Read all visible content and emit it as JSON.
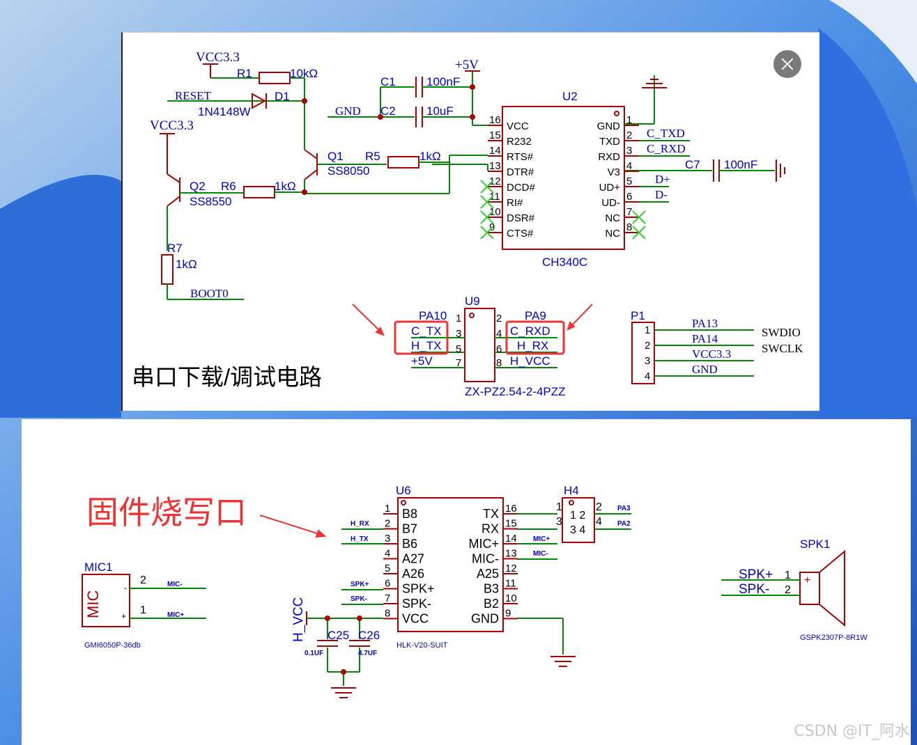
{
  "top": {
    "caption": "串口下载/调试电路",
    "vcc_top": "VCC3.3",
    "vcc_mid": "VCC3.3",
    "plus5v": "+5V",
    "r1": "R1",
    "r1_val": "10kΩ",
    "reset": "RESET",
    "d1": "D1",
    "d1_val": "1N4148W",
    "c1": "C1",
    "c1_val": "100nF",
    "gnd": "GND",
    "c2": "C2",
    "c2_val": "10uF",
    "q1": "Q1",
    "q1_val": "SS8050",
    "r5": "R5",
    "r5_val": "1kΩ",
    "q2": "Q2",
    "q2_val": "SS8550",
    "r6": "R6",
    "r6_val": "1kΩ",
    "r7": "R7",
    "r7_val": "1kΩ",
    "boot0": "BOOT0",
    "u2": "U2",
    "u2_part": "CH340C",
    "u2_left": [
      [
        "16",
        "VCC"
      ],
      [
        "15",
        "R232"
      ],
      [
        "14",
        "RTS#"
      ],
      [
        "13",
        "DTR#"
      ],
      [
        "12",
        "DCD#"
      ],
      [
        "11",
        "RI#"
      ],
      [
        "10",
        "DSR#"
      ],
      [
        "9",
        "CTS#"
      ]
    ],
    "u2_right": [
      [
        "1",
        "GND"
      ],
      [
        "2",
        "TXD"
      ],
      [
        "3",
        "RXD"
      ],
      [
        "4",
        "V3"
      ],
      [
        "5",
        "UD+"
      ],
      [
        "6",
        "UD-"
      ],
      [
        "7",
        "NC"
      ],
      [
        "8",
        "NC"
      ]
    ],
    "c_txd": "C_TXD",
    "c_rxd": "C_RXD",
    "c7": "C7",
    "c7_val": "100nF",
    "dplus": "D+",
    "dminus": "D-",
    "u9": "U9",
    "u9_part": "ZX-PZ2.54-2-4PZZ",
    "u9_left": [
      "PA10",
      "C_TX",
      "H_TX",
      "+5V"
    ],
    "u9_right": [
      "PA9",
      "C_RXD",
      "H_RX",
      "H_VCC"
    ],
    "u9_pins_left": [
      "1",
      "3",
      "5",
      "7"
    ],
    "u9_pins_right": [
      "2",
      "4",
      "6",
      "8"
    ],
    "p1": "P1",
    "p1_nets": [
      "PA13",
      "PA14",
      "VCC3.3",
      "GND"
    ],
    "p1_pins": [
      "1",
      "2",
      "3",
      "4"
    ],
    "swdio": "SWDIO",
    "swclk": "SWCLK"
  },
  "bottom": {
    "caption": "固件烧写口",
    "u6": "U6",
    "u6_part": "HLK-V20-SUIT",
    "u6_left": [
      [
        "1",
        "B8"
      ],
      [
        "2",
        "B7"
      ],
      [
        "3",
        "B6"
      ],
      [
        "4",
        "A27"
      ],
      [
        "5",
        "A26"
      ],
      [
        "6",
        "SPK+"
      ],
      [
        "7",
        "SPK-"
      ],
      [
        "8",
        "VCC"
      ]
    ],
    "u6_right": [
      [
        "16",
        "TX"
      ],
      [
        "15",
        "RX"
      ],
      [
        "14",
        "MIC+"
      ],
      [
        "13",
        "MIC-"
      ],
      [
        "12",
        "A25"
      ],
      [
        "11",
        "B3"
      ],
      [
        "10",
        "B2"
      ],
      [
        "9",
        "GND"
      ]
    ],
    "left_nets": [
      "H_RX",
      "H_TX",
      "SPK+",
      "SPK-"
    ],
    "right_nets": [
      "MIC+",
      "MIC-"
    ],
    "h4": "H4",
    "h4_nets": [
      "PA3",
      "PA2"
    ],
    "mic1": "MIC1",
    "mic_label": "MIC",
    "mic_part": "GMI6050P-36db",
    "mic_nets": [
      "MIC-",
      "MIC+"
    ],
    "h_vcc": "H_VCC",
    "c25": "C25",
    "c25_val": "0.1UF",
    "c26": "C26",
    "c26_val": "4.7UF",
    "spk1": "SPK1",
    "spk_part": "GSPK2307P-8R1W",
    "spk_nets": [
      "SPK+",
      "SPK-"
    ]
  },
  "watermark": "CSDN @IT_阿水"
}
